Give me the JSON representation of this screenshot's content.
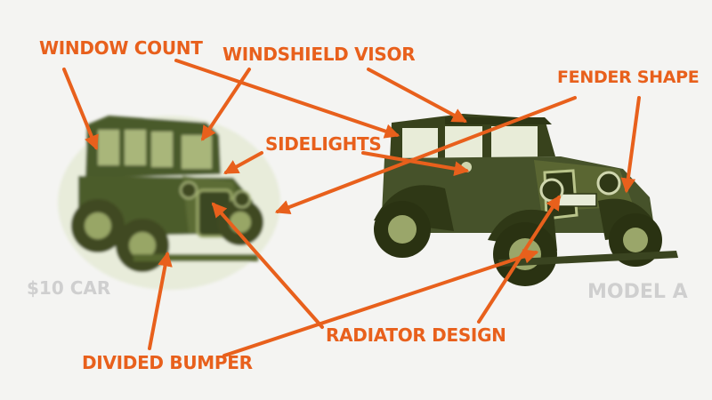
{
  "labels": {
    "window_count": "WINDOW COUNT",
    "windshield_visor": "WINDSHIELD VISOR",
    "fender_shape": "FENDER SHAPE",
    "sidelights": "SIDELIGHTS",
    "radiator_design": "RADIATOR DESIGN",
    "divided_bumper": "DIVIDED BUMPER"
  },
  "captions": {
    "left_car": "$10 CAR",
    "right_car": "MODEL A"
  },
  "colors": {
    "accent": "#e8601c",
    "caption": "#cfcfcf",
    "car_green": "#3f4a22",
    "car_light": "#b9c48a"
  }
}
